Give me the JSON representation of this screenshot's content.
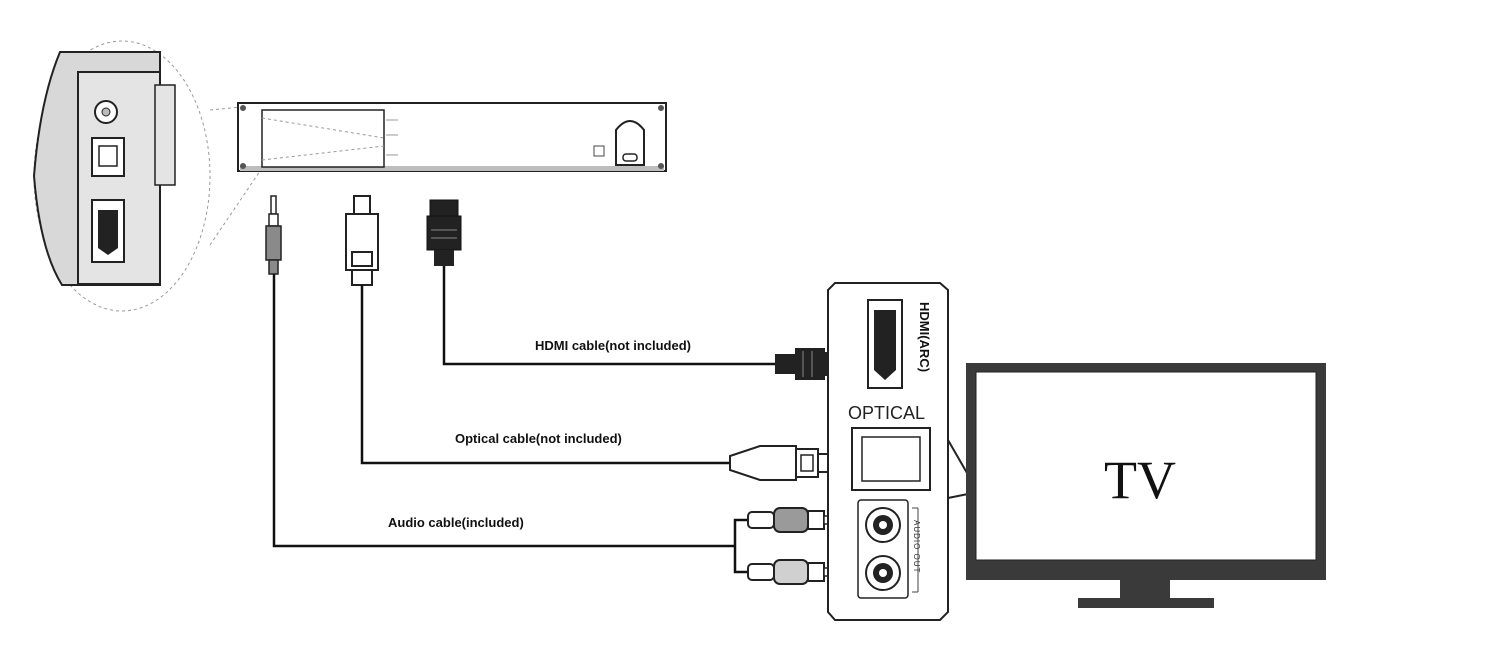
{
  "cables": {
    "hdmi_label": "HDMI cable(not included)",
    "optical_label": "Optical cable(not included)",
    "audio_label": "Audio cable(included)"
  },
  "tv_panel": {
    "hdmi_port_label": "HDMI(ARC)",
    "optical_port_label": "OPTICAL",
    "audio_out_label": "AUDIO OUT"
  },
  "tv": {
    "label": "TV"
  },
  "colors": {
    "line": "#111111",
    "panel_fill": "#e6e6e6",
    "connector_grey": "#9a9a9a",
    "tv_body": "#3a3a3a"
  }
}
